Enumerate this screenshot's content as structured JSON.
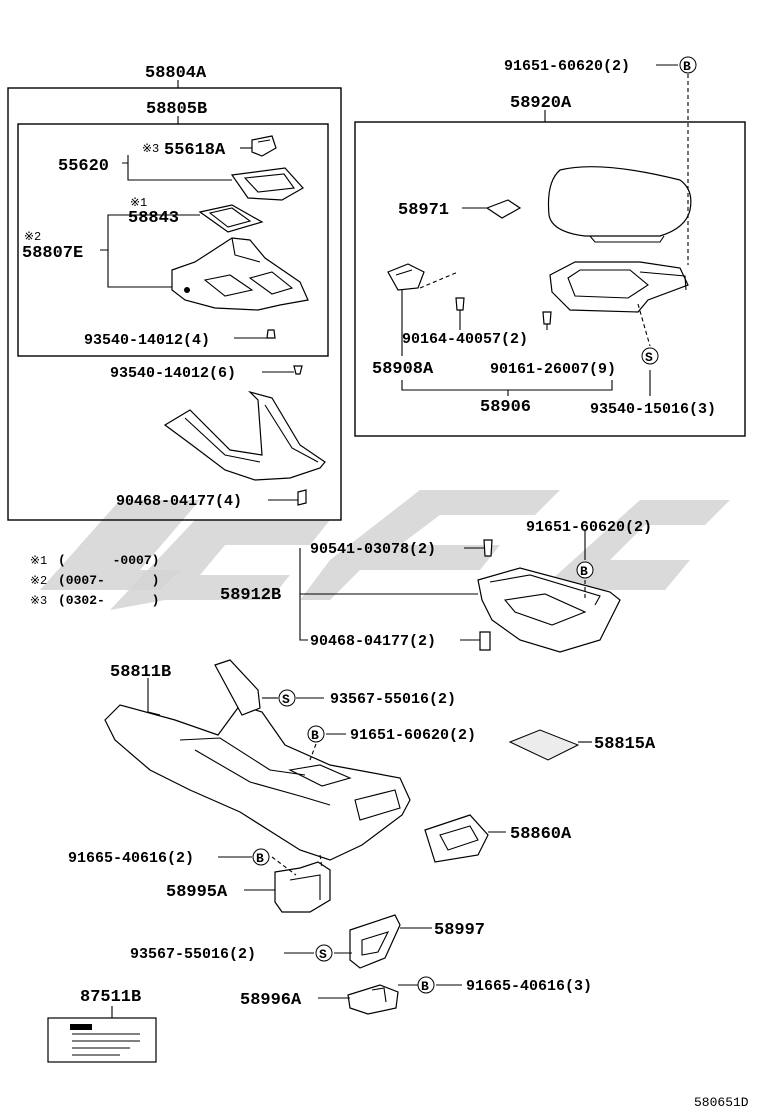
{
  "diagram_id": "580651D",
  "labels": {
    "p58804A": "58804A",
    "p58805B": "58805B",
    "p55618A": "55618A",
    "p55620": "55620",
    "p58843": "58843",
    "p58807E": "58807E",
    "p93540_14012_4": "93540-14012(4)",
    "p93540_14012_6": "93540-14012(6)",
    "p90468_04177_4": "90468-04177(4)",
    "p91651_60620_2a": "91651-60620(2)",
    "p58920A": "58920A",
    "p58971": "58971",
    "p90164_40057_2": "90164-40057(2)",
    "p58908A": "58908A",
    "p90161_26007_9": "90161-26007(9)",
    "p58906": "58906",
    "p93540_15016_3": "93540-15016(3)",
    "p91651_60620_2b": "91651-60620(2)",
    "p90541_03078_2": "90541-03078(2)",
    "p58912B": "58912B",
    "p90468_04177_2": "90468-04177(2)",
    "p58811B": "58811B",
    "p93567_55016_2a": "93567-55016(2)",
    "p91651_60620_2c": "91651-60620(2)",
    "p58815A": "58815A",
    "p58860A": "58860A",
    "p91665_40616_2": "91665-40616(2)",
    "p58995A": "58995A",
    "p58997": "58997",
    "p93567_55016_2b": "93567-55016(2)",
    "p58996A": "58996A",
    "p91665_40616_3": "91665-40616(3)",
    "p87511B": "87511B"
  },
  "marks": {
    "m3": "※3",
    "m1": "※1",
    "m2": "※2",
    "b": "B",
    "s": "S"
  },
  "notes": [
    {
      "mark": "※1",
      "range": "(      -0007)"
    },
    {
      "mark": "※2",
      "range": "(0007-      )"
    },
    {
      "mark": "※3",
      "range": "(0302-      )"
    }
  ]
}
